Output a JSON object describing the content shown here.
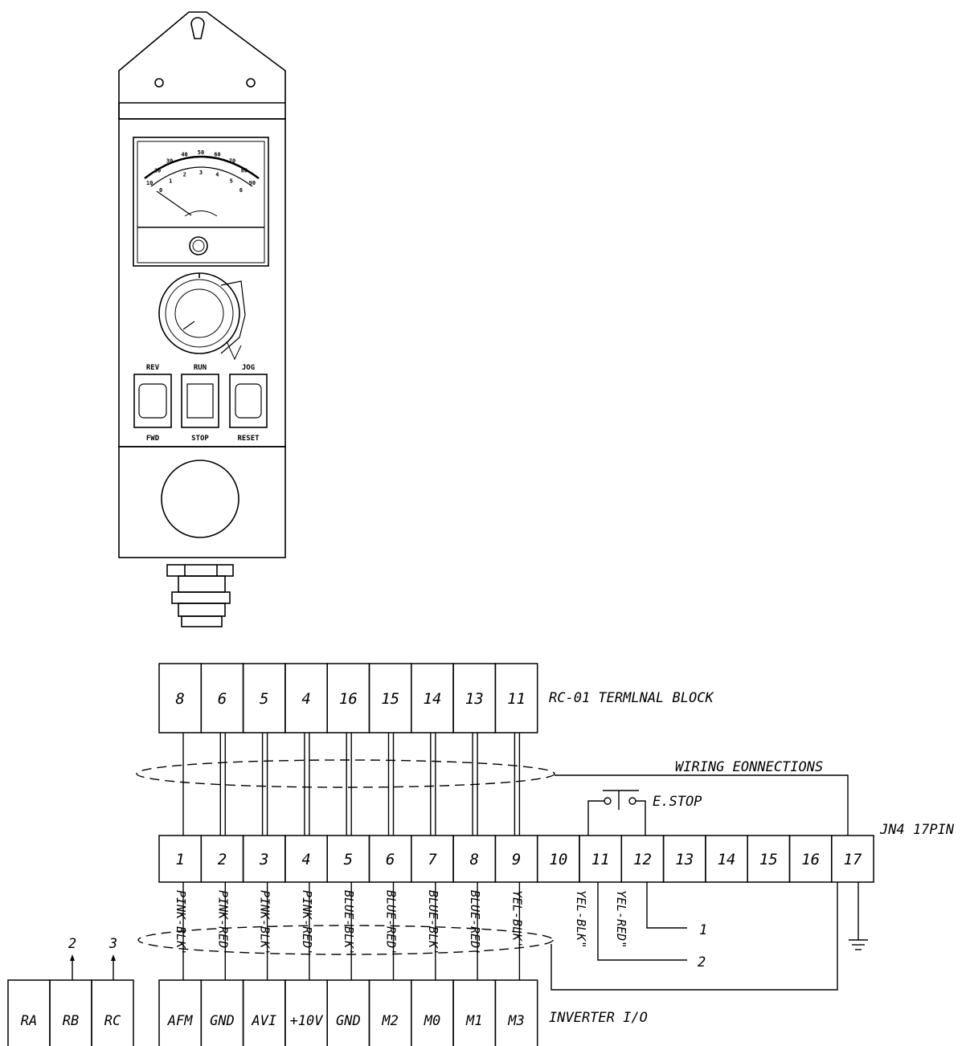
{
  "pendant": {
    "switches": [
      {
        "top": "REV",
        "bottom": "FWD"
      },
      {
        "top": "RUN",
        "bottom": "STOP"
      },
      {
        "top": "JOG",
        "bottom": "RESET"
      }
    ],
    "meter_scale_outer": [
      "10",
      "20",
      "30",
      "40",
      "50",
      "60",
      "70",
      "80",
      "90"
    ],
    "meter_scale_inner": [
      "0",
      "1",
      "2",
      "3",
      "4",
      "5",
      "6"
    ]
  },
  "rc01": {
    "label": "RC-01 TERMLNAL BLOCK",
    "terminals": [
      "8",
      "6",
      "5",
      "4",
      "16",
      "15",
      "14",
      "13",
      "11"
    ]
  },
  "wiring_label": "WIRING EONNECTIONS",
  "estop_label": "E.STOP",
  "jn4": {
    "label": "JN4 17PIN",
    "pins": [
      "1",
      "2",
      "3",
      "4",
      "5",
      "6",
      "7",
      "8",
      "9",
      "10",
      "11",
      "12",
      "13",
      "14",
      "15",
      "16",
      "17"
    ]
  },
  "wire_colors": [
    "PINK-BLK'",
    "PINK-RED'",
    "PINK-BLK'",
    "PINK-RED'",
    "BLUE-BLK'",
    "BLUE-RED'",
    "BLUE-BLK'",
    "BLUE-RED'",
    "YEL-BLK'"
  ],
  "wire_colors_11_12": [
    "YEL-BLK\"",
    "YEL-RED\""
  ],
  "leader_labels": [
    "1",
    "2"
  ],
  "relay": {
    "terminals": [
      "RA",
      "RB",
      "RC"
    ],
    "arrow_labels": [
      "2",
      "3"
    ]
  },
  "inverter": {
    "label": "INVERTER I/O",
    "terminals": [
      "AFM",
      "GND",
      "AVI",
      "+10V",
      "GND",
      "M2",
      "M0",
      "M1",
      "M3"
    ]
  }
}
